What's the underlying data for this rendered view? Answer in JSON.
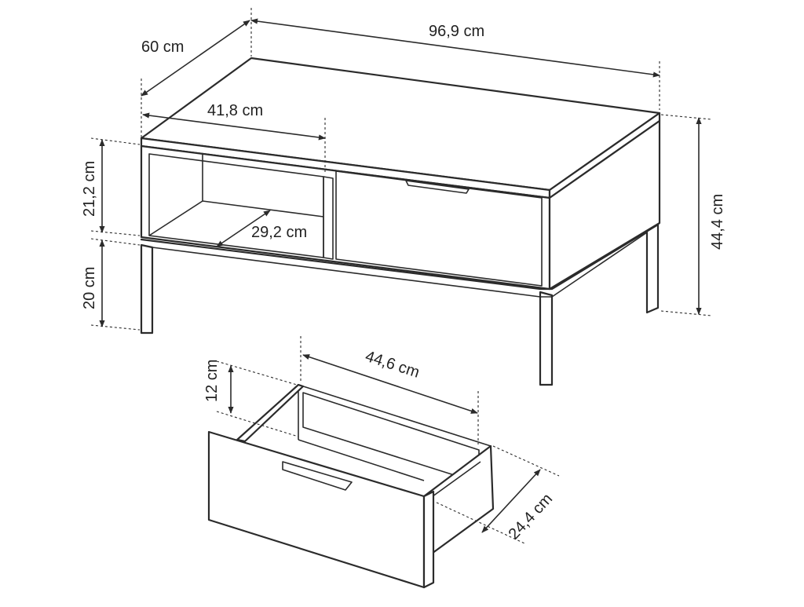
{
  "diagram": {
    "dimensions": {
      "table_depth": "60 cm",
      "table_width": "96,9 cm",
      "open_compartment_width": "41,8 cm",
      "open_compartment_height": "21,2 cm",
      "shelf_depth": "29,2 cm",
      "leg_height": "20 cm",
      "total_height": "44,4 cm",
      "drawer_height": "12 cm",
      "drawer_width": "44,6 cm",
      "drawer_depth": "24,4 cm"
    }
  }
}
